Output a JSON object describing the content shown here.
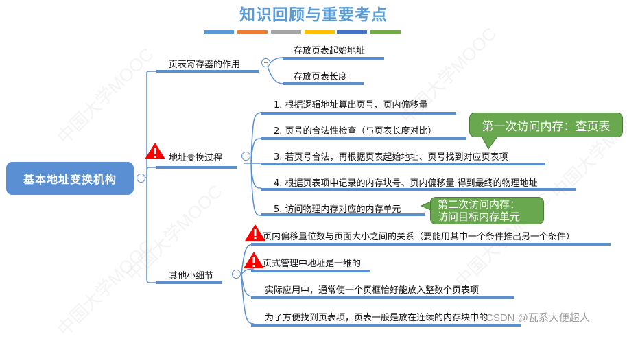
{
  "header": {
    "title": "知识回顾与重要考点",
    "color_bars": [
      "#5b9bd5",
      "#ed7d31",
      "#a5a5a5",
      "#ffc000",
      "#4472c4",
      "#70ad47"
    ]
  },
  "mindmap": {
    "root": {
      "label": "基本地址变换机构",
      "color": "#5a8fd3"
    },
    "branches": [
      {
        "label": "页表寄存器的作用",
        "warning": false,
        "children": [
          {
            "label": "存放页表起始地址",
            "warning": false
          },
          {
            "label": "存放页表长度",
            "warning": false
          }
        ]
      },
      {
        "label": "地址变换过程",
        "warning": true,
        "children": [
          {
            "label": "1. 根据逻辑地址算出页号、页内偏移量",
            "warning": false
          },
          {
            "label": "2. 页号的合法性检查（与页表长度对比）",
            "warning": false
          },
          {
            "label": "3. 若页号合法，再根据页表起始地址、页号找到对应页表项",
            "warning": false
          },
          {
            "label": "4. 根据页表项中记录的内存块号、页内偏移量 得到最终的物理地址",
            "warning": false
          },
          {
            "label": "5. 访问物理内存对应的内存单元",
            "warning": false
          }
        ]
      },
      {
        "label": "其他小细节",
        "warning": false,
        "children": [
          {
            "label": "页内偏移量位数与页面大小之间的关系（要能用其中一个条件推出另一个条件）",
            "warning": true
          },
          {
            "label": "页式管理中地址是一维的",
            "warning": true
          },
          {
            "label": "实际应用中，通常使一个页框恰好能放入整数个页表项",
            "warning": false
          },
          {
            "label": "为了方便找到页表项，页表一般是放在连续的内存块中的",
            "warning": false
          }
        ]
      }
    ],
    "callouts": [
      {
        "text": "第一次访问内存：查页表",
        "color": "#6aa84f"
      },
      {
        "line1": "第二次访问内存：",
        "line2": "访问目标内存单元",
        "color": "#6aa84f"
      }
    ],
    "line_color": "#5b8fd0"
  },
  "watermark": {
    "text": "中国大学MOOC"
  },
  "footer": {
    "credit": "CSDN @瓦系大便超人"
  }
}
